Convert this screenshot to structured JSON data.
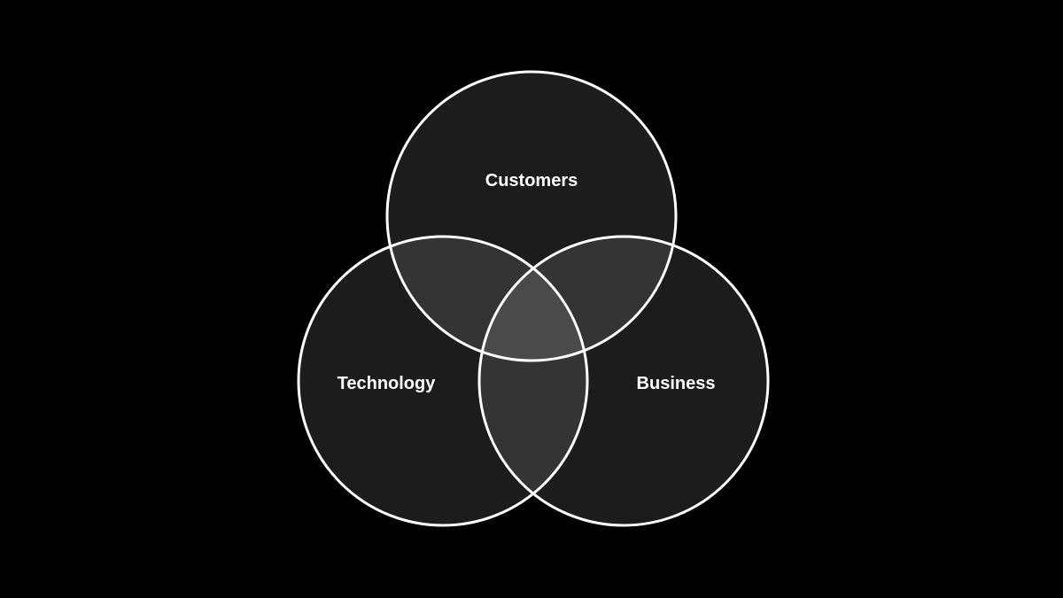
{
  "diagram": {
    "sets": [
      {
        "id": "customers",
        "label": "Customers"
      },
      {
        "id": "technology",
        "label": "Technology"
      },
      {
        "id": "business",
        "label": "Business"
      }
    ],
    "colors": {
      "background": "#000000",
      "circle_fill": "#ffffff",
      "circle_stroke": "#ffffff",
      "label": "#ffffff"
    }
  }
}
